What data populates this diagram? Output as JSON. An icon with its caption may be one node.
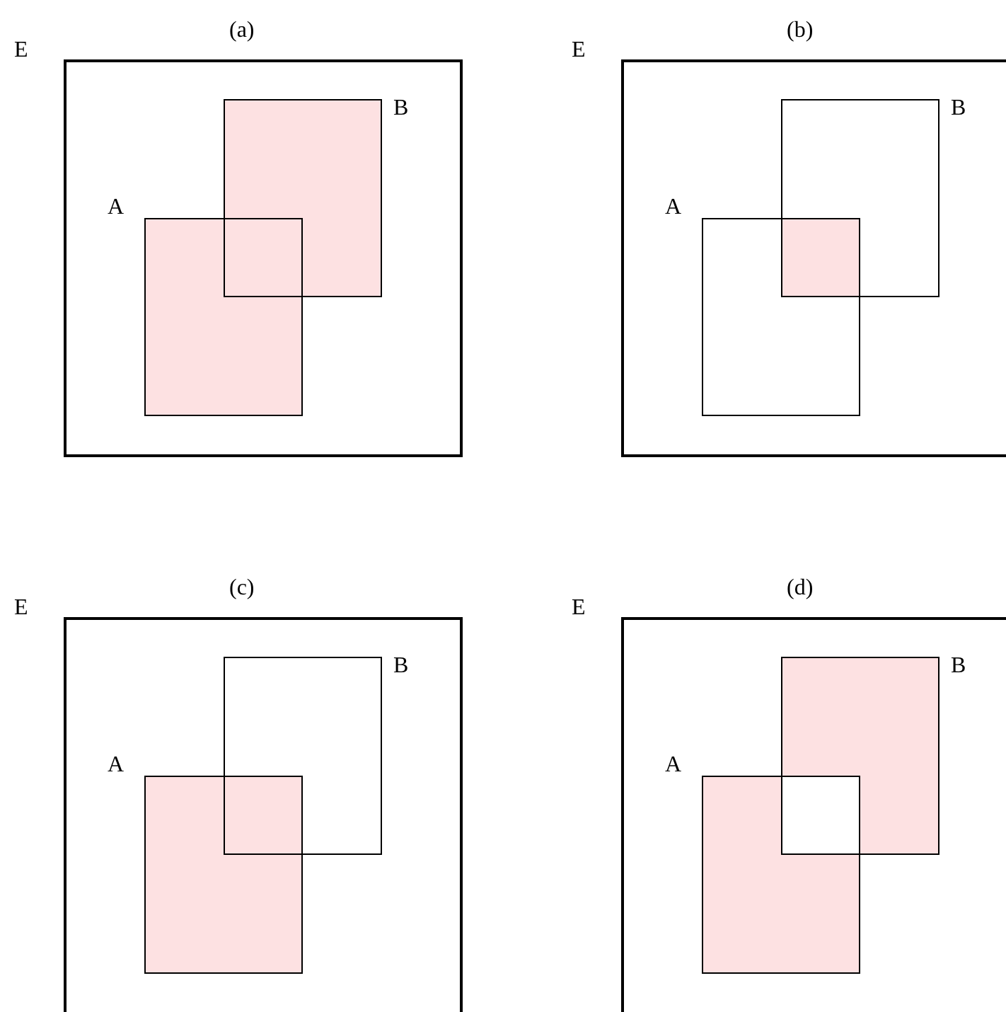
{
  "diagram": {
    "nodes": [
      {
        "text": [
          "E"
        ],
        "beside": [
          "(a)"
        ]
      },
      {
        "text": [
          "A"
        ],
        "in": 0
      },
      {
        "text": [
          "B"
        ],
        "in": 0
      },
      {
        "text": [
          "E"
        ],
        "beside": [
          "(b)"
        ]
      },
      {
        "text": [
          "A"
        ],
        "in": 3
      },
      {
        "text": [
          "B"
        ],
        "in": 3
      },
      {
        "text": [
          "E"
        ],
        "beside": [
          "(c)"
        ]
      },
      {
        "text": [
          "A"
        ],
        "in": 6
      },
      {
        "text": [
          "B"
        ],
        "in": 6
      },
      {
        "text": [
          "E"
        ],
        "beside": [
          "(d)"
        ]
      },
      {
        "text": [
          "A"
        ],
        "in": 9
      },
      {
        "text": [
          "B"
        ],
        "in": 9
      }
    ]
  }
}
